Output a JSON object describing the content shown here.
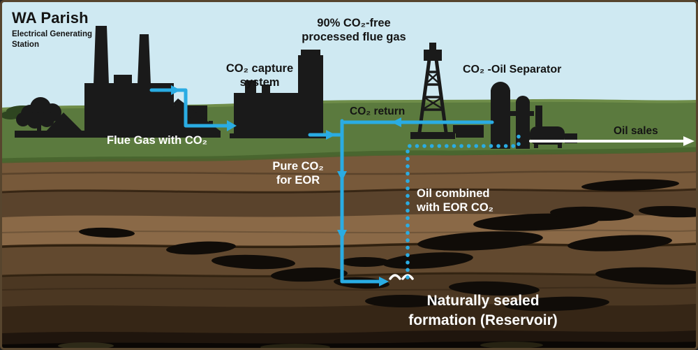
{
  "diagram": {
    "title": "WA Parish",
    "subtitle": "Electrical Generating\nStation",
    "labels": {
      "flue_gas_processed": "90% CO₂-free\nprocessed flue gas",
      "capture_system": "CO₂ capture\nsystem",
      "separator": "CO₂ -Oil Separator",
      "co2_return": "CO₂ return",
      "oil_sales": "Oil sales",
      "flue_gas_with_co2": "Flue Gas with CO₂",
      "pure_co2": "Pure CO₂\nfor EOR",
      "oil_combined": "Oil combined\nwith EOR CO₂",
      "reservoir": "Naturally sealed\nformation (Reservoir)"
    },
    "colors": {
      "sky": "#cfe9f2",
      "grass": "#5b7a3e",
      "flow_line": "#2aace3",
      "silhouette": "#1a1a1a",
      "text_dark": "#141414",
      "text_light": "#ffffff"
    }
  }
}
